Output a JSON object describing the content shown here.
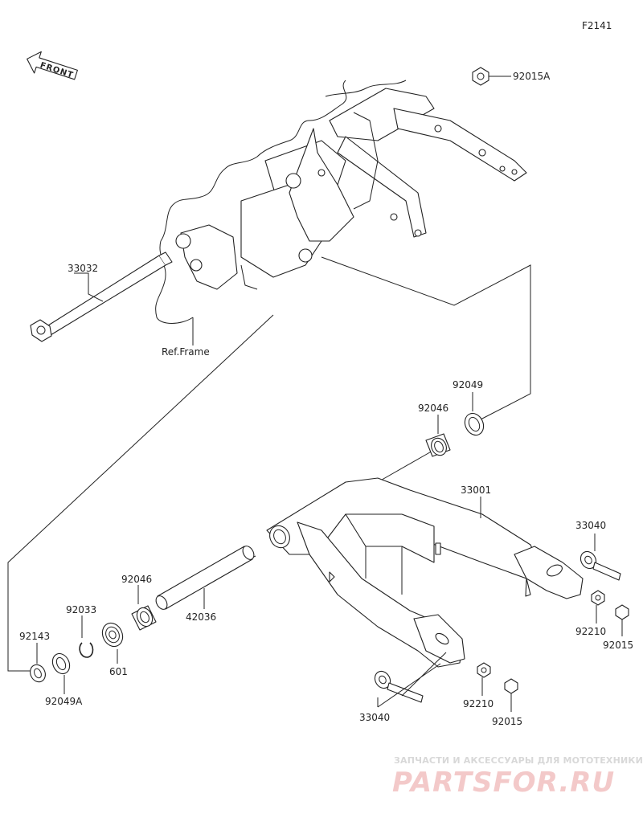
{
  "diagram_code": "F2141",
  "front_label": "FRONT",
  "ref_frame_label": "Ref.Frame",
  "parts": {
    "nut_top": "92015A",
    "pivot_shaft": "33032",
    "seal_right": "92049",
    "bearing_right": "92046",
    "swingarm": "33001",
    "adjuster_right": "33040",
    "collar": "42036",
    "bearing_left": "92046",
    "circlip": "92033",
    "ball_bearing": "601",
    "cap": "92143",
    "seal_left": "92049A",
    "nut_adjuster_right": "92210",
    "nut_lock_right": "92015",
    "adjuster_left": "33040",
    "nut_adjuster_left": "92210",
    "nut_lock_left": "92015"
  },
  "watermark": {
    "line1": "ЗАПЧАСТИ И АКСЕССУАРЫ ДЛЯ МОТОТЕХНИКИ",
    "line2": "PARTSFOR.RU"
  }
}
